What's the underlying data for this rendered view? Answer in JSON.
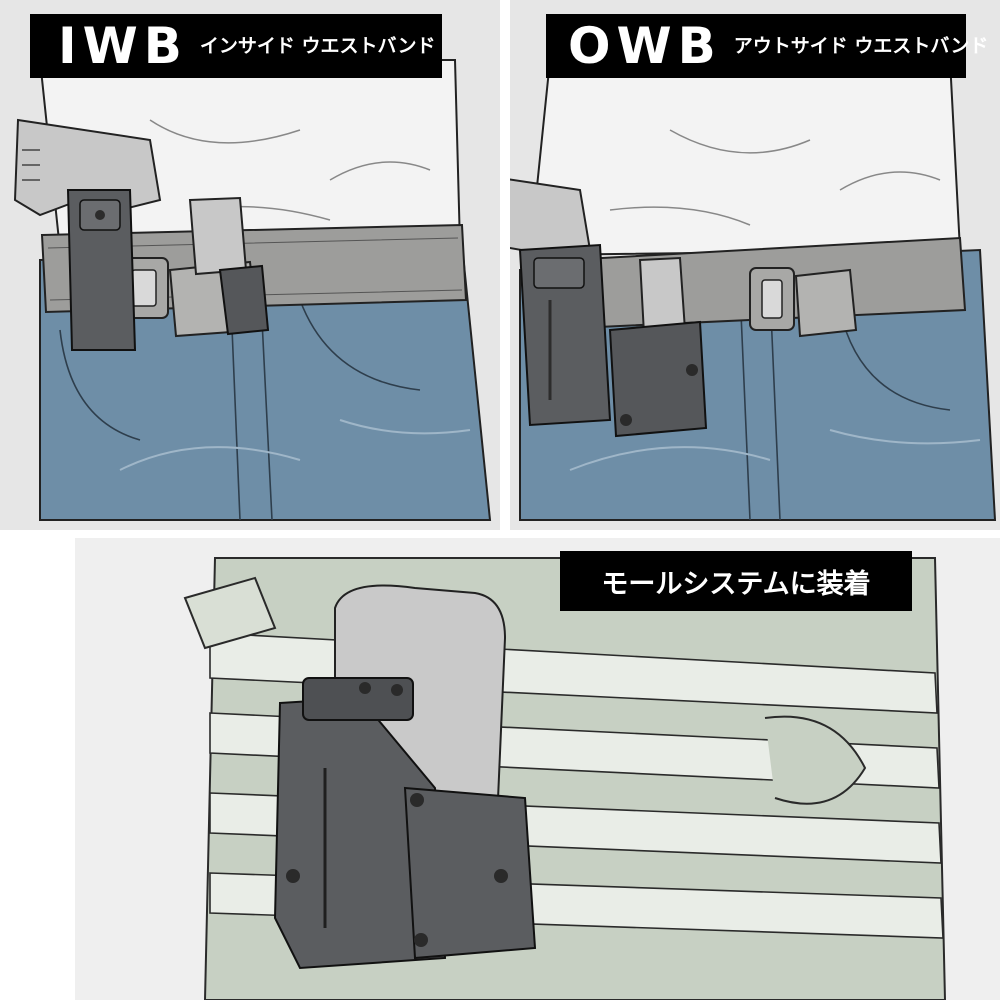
{
  "labels": {
    "iwb": {
      "abbr": "IWB",
      "text": "インサイド ウエストバンド"
    },
    "owb": {
      "abbr": "OWB",
      "text": "アウトサイド ウエストバンド"
    },
    "molle": {
      "text": "モールシステムに装着"
    }
  },
  "colors": {
    "shirt": "#f2f3f3",
    "jeans": "#6f8ea6",
    "belt": "#9b9b99",
    "holster": "#5d5f62",
    "vest": "#c6cfc2",
    "webbing": "#e9ede7",
    "background": "#e8e8e8",
    "outline": "#1a1a1a"
  }
}
